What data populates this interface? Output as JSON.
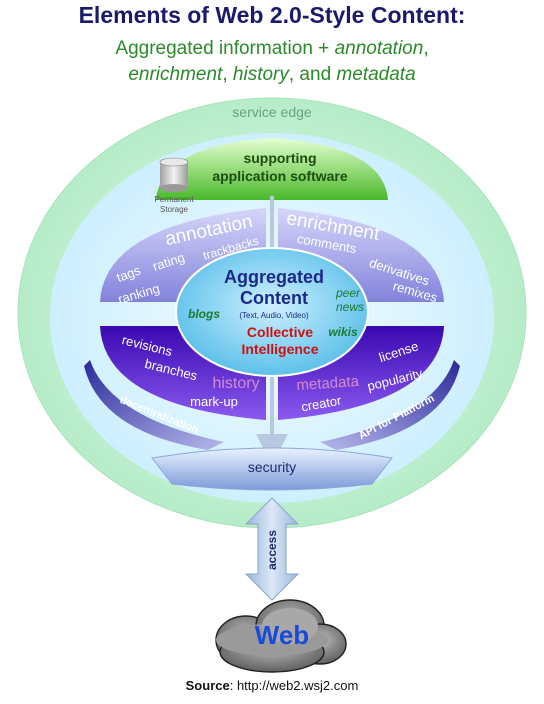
{
  "title": "Elements of Web 2.0-Style Content:",
  "subtitle": {
    "line1_prefix": "Aggregated information + ",
    "line1_italic": "annotation",
    "line1_suffix": ",",
    "line2_italic1": "enrichment",
    "line2_sep1": ", ",
    "line2_italic2": "history",
    "line2_sep2": ", and ",
    "line2_italic3": "metadata"
  },
  "diagram": {
    "service_edge": "service edge",
    "supporting_line1": "supporting",
    "supporting_line2": "application software",
    "storage_line1": "Permanent",
    "storage_line2": "Storage",
    "annotation": {
      "heading": "annotation",
      "items": [
        "trackbacks",
        "rating",
        "tags",
        "ranking"
      ]
    },
    "enrichment": {
      "heading": "enrichment",
      "items": [
        "comments",
        "derivatives",
        "remixes"
      ]
    },
    "center": {
      "title_line1": "Aggregated",
      "title_line2": "Content",
      "media": "(Text, Audio, Video)",
      "blogs": "blogs",
      "peer": "peer",
      "news": "news",
      "wikis": "wikis",
      "collective": "Collective",
      "intelligence": "Intelligence"
    },
    "history": {
      "heading": "history",
      "items": [
        "revisions",
        "branches",
        "mark-up"
      ]
    },
    "metadata": {
      "heading": "metadata",
      "items": [
        "license",
        "popularity",
        "creator"
      ]
    },
    "decentralization": "decentralization",
    "api": "API for Platform",
    "security": "security",
    "access": "access",
    "web": "Web"
  },
  "source": {
    "label": "Source",
    "text": ": http://web2.wsj2.com"
  },
  "colors": {
    "title": "#1a1a6a",
    "subtitle": "#2a8a2a",
    "outer_ring": "#c8f0d8",
    "inner_ring": "#d8f4ff",
    "green_band": "#5fc63a",
    "lavender": "#9a9ae6",
    "purple": "#5a1ad8",
    "navy": "#2a2a9a",
    "center": "#7ad0f0",
    "collective": "#d01010",
    "web_text": "#1a4adc"
  }
}
